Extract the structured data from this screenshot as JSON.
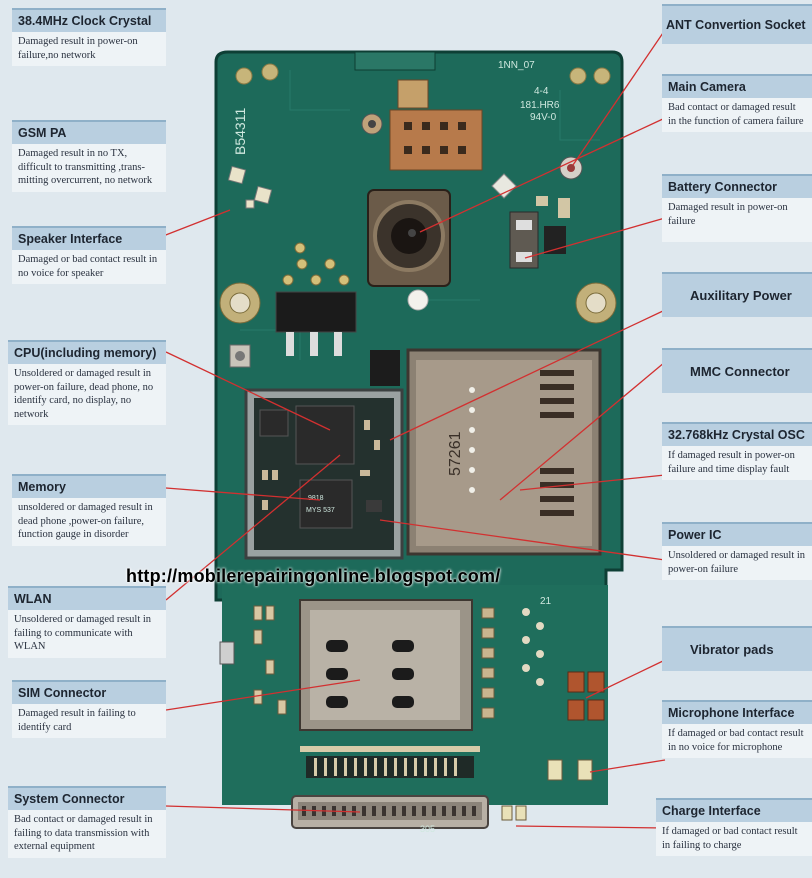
{
  "url": "http://mobilerepairingonline.blogspot.com/",
  "board_markings": {
    "top_code": "1NN_07",
    "rev": "4-4",
    "ul": "181.HR6",
    "rating": "94V-0",
    "part": "B54311",
    "mmc_num": "57261",
    "chip1": "9818",
    "chip2": "MYS 537",
    "pin_num": "21",
    "connector_txt": "305"
  },
  "left_labels": [
    {
      "title": "38.4MHz Clock Crystal",
      "desc": "Damaged result in power-on failure,no network"
    },
    {
      "title": "GSM  PA",
      "desc": "Damaged result in no TX, difficult to transmitting ,trans-mitting overcurrent, no network"
    },
    {
      "title": "Speaker Interface",
      "desc": "Damaged or bad contact result in no voice for speaker"
    },
    {
      "title": "CPU(including memory)",
      "desc": "Unsoldered or damaged result in power-on failure, dead phone, no identify card, no display, no network"
    },
    {
      "title": "Memory",
      "desc": "unsoldered or damaged result in dead phone ,power-on failure, function gauge in disorder"
    },
    {
      "title": "WLAN",
      "desc": "Unsoldered or damaged result in failing to communicate with WLAN"
    },
    {
      "title": "SIM Connector",
      "desc": "Damaged result in failing to identify card"
    },
    {
      "title": "System  Connector",
      "desc": "Bad contact or damaged result in failing to data transmission with external equipment"
    }
  ],
  "right_labels": [
    {
      "title": "ANT Convertion Socket",
      "desc": ""
    },
    {
      "title": "Main Camera",
      "desc": "Bad contact or damaged result in the function of camera failure"
    },
    {
      "title": "Battery Connector",
      "desc": "Damaged result in power-on failure"
    },
    {
      "title": "Auxilitary Power",
      "desc": ""
    },
    {
      "title": "MMC Connector",
      "desc": ""
    },
    {
      "title": "32.768kHz Crystal OSC",
      "desc": "If damaged result in power-on failure and time display fault"
    },
    {
      "title": "Power IC",
      "desc": "Unsoldered or damaged result in power-on failure"
    },
    {
      "title": "Vibrator pads",
      "desc": ""
    },
    {
      "title": "Microphone Interface",
      "desc": "If damaged or bad contact result in no voice for microphone"
    },
    {
      "title": "Charge Interface",
      "desc": "If damaged or bad contact result in failing to charge"
    }
  ]
}
